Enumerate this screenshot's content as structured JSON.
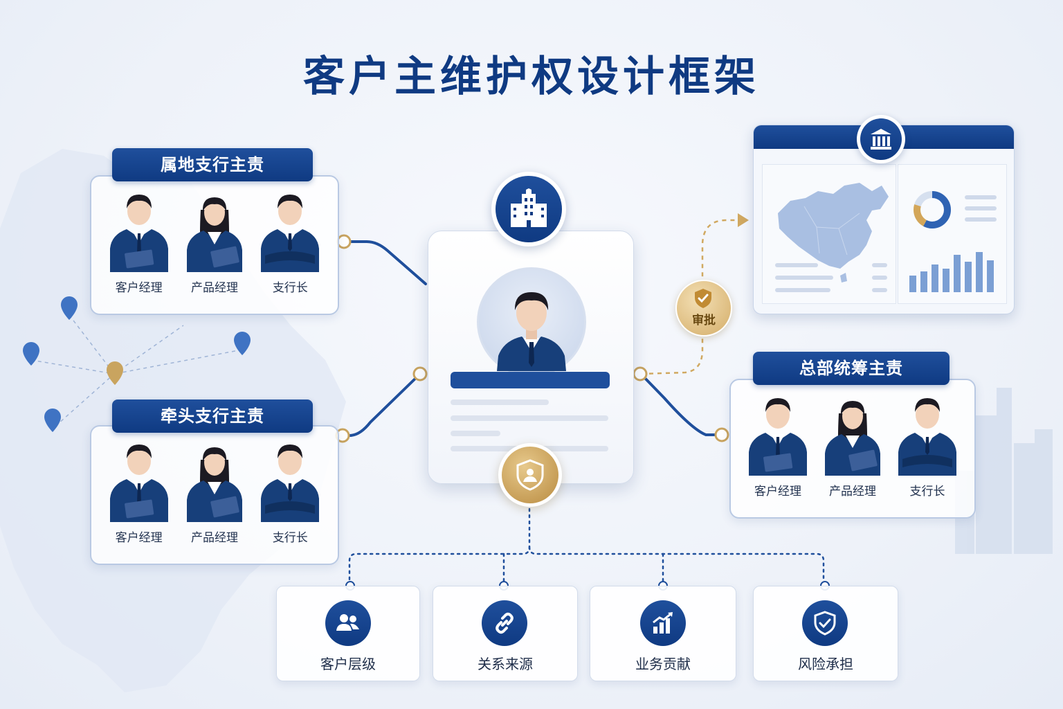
{
  "title": "客户主维护权设计框架",
  "groups": {
    "local": {
      "header": "属地支行主责",
      "roles": [
        "客户经理",
        "产品经理",
        "支行长"
      ]
    },
    "lead": {
      "header": "牵头支行主责",
      "roles": [
        "客户经理",
        "产品经理",
        "支行长"
      ]
    },
    "hq": {
      "header": "总部统筹主责",
      "roles": [
        "客户经理",
        "产品经理",
        "支行长"
      ]
    }
  },
  "approval": {
    "label": "审批"
  },
  "attributes": [
    "客户层级",
    "关系来源",
    "业务贡献",
    "风险承担"
  ],
  "icons": {
    "center_top": "building-icon",
    "center_bottom": "shield-user-icon",
    "dashboard": "bank-icon",
    "approval": "shield-check-icon",
    "attributes": [
      "users-icon",
      "link-icon",
      "chart-up-icon",
      "shield-check-icon"
    ]
  },
  "colors": {
    "primary": "#0f3a82",
    "gold": "#c9a45f",
    "line": "#1f4f9c",
    "light": "#b9c9e3"
  }
}
